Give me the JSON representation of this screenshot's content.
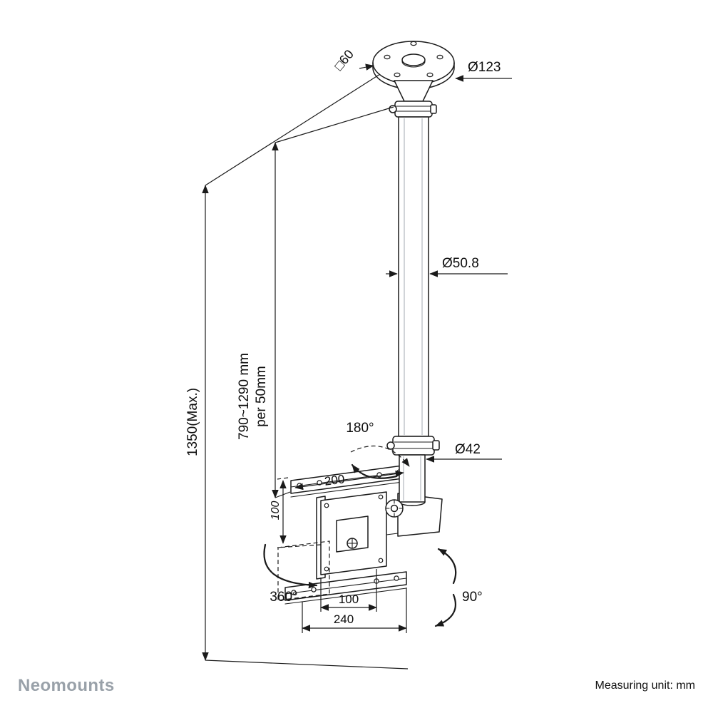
{
  "diagram": {
    "labels": {
      "plate_square": "□60",
      "plate_diameter": "Ø123",
      "pole_diameter": "Ø50.8",
      "total_height_max": "1350(Max.)",
      "height_range": "790~1290 mm",
      "height_step": "per 50mm",
      "swivel_range": "180°",
      "tube_diameter": "Ø42",
      "rail_width": "200",
      "vesa_vertical": "100",
      "vesa_horizontal": "100",
      "bracket_width": "240",
      "rotation_range": "360°",
      "tilt_range": "90°"
    }
  },
  "footer": {
    "brand": "Neomounts",
    "measuring_unit": "Measuring unit: mm"
  }
}
